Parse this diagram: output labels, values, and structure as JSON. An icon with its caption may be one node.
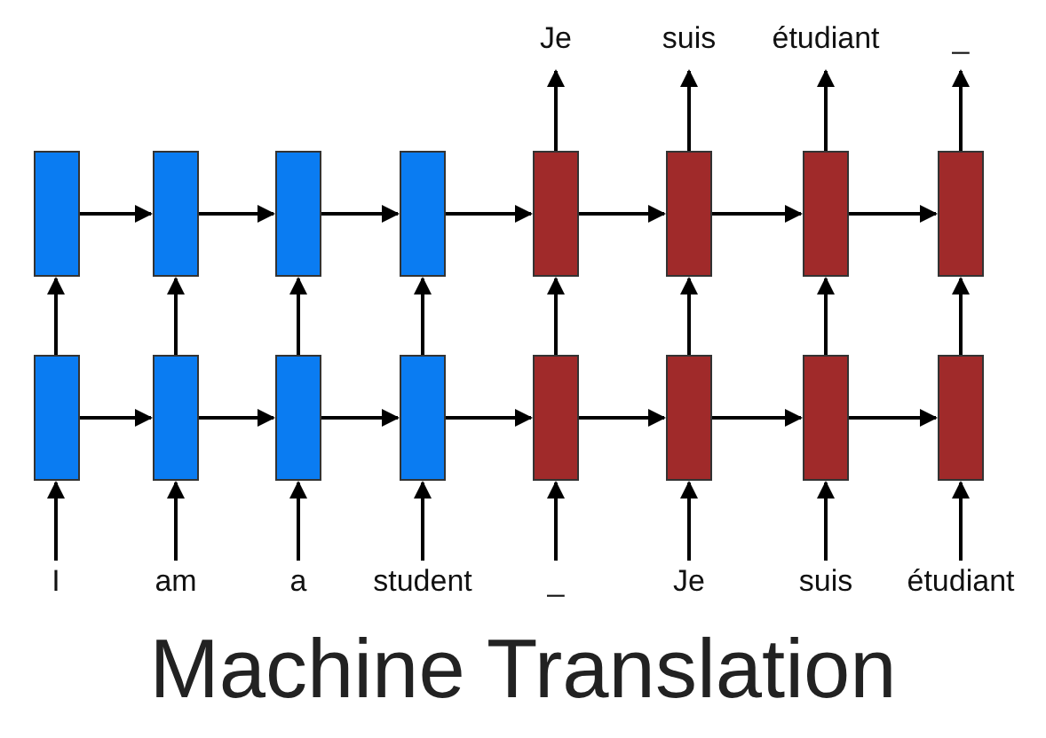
{
  "diagram": {
    "title": "Machine Translation",
    "nodes": [
      {
        "text": [
          "Je"
        ]
      },
      {
        "text": [
          "suis"
        ]
      },
      {
        "text": [
          "étudiant"
        ]
      },
      {
        "text": [
          "_"
        ]
      },
      {
        "text": [],
        "shape": "box"
      },
      {
        "text": [],
        "shape": "box"
      },
      {
        "text": [],
        "shape": "box"
      },
      {
        "text": [],
        "shape": "box"
      },
      {
        "text": [],
        "shape": "box"
      },
      {
        "text": [],
        "shape": "box"
      },
      {
        "text": [],
        "shape": "box"
      },
      {
        "text": [],
        "shape": "box"
      },
      {
        "text": [],
        "shape": "box"
      },
      {
        "text": [],
        "shape": "box"
      },
      {
        "text": [],
        "shape": "box"
      },
      {
        "text": [],
        "shape": "box"
      },
      {
        "text": [],
        "shape": "box"
      },
      {
        "text": [],
        "shape": "box"
      },
      {
        "text": [],
        "shape": "box"
      },
      {
        "text": [],
        "shape": "box"
      },
      {
        "text": [
          "I"
        ]
      },
      {
        "text": [
          "am"
        ]
      },
      {
        "text": [
          "a"
        ]
      },
      {
        "text": [
          "student"
        ]
      },
      {
        "text": [
          "_"
        ]
      },
      {
        "text": [
          "Je"
        ]
      },
      {
        "text": [
          "suis"
        ]
      },
      {
        "text": [
          "étudiant"
        ]
      }
    ],
    "edges": [
      {
        "from": 4,
        "to": 5,
        "arrow": "to"
      },
      {
        "from": 5,
        "to": 6,
        "arrow": "to"
      },
      {
        "from": 6,
        "to": 7,
        "arrow": "to"
      },
      {
        "from": 7,
        "to": 8,
        "arrow": "to"
      },
      {
        "from": 8,
        "to": 9,
        "arrow": "to"
      },
      {
        "from": 9,
        "to": 10,
        "arrow": "to"
      },
      {
        "from": 10,
        "to": 11,
        "arrow": "to"
      },
      {
        "from": 12,
        "to": 13,
        "arrow": "to"
      },
      {
        "from": 13,
        "to": 14,
        "arrow": "to"
      },
      {
        "from": 14,
        "to": 15,
        "arrow": "to"
      },
      {
        "from": 15,
        "to": 16,
        "arrow": "to"
      },
      {
        "from": 16,
        "to": 17,
        "arrow": "to"
      },
      {
        "from": 17,
        "to": 18,
        "arrow": "to"
      },
      {
        "from": 18,
        "to": 19,
        "arrow": "to"
      },
      {
        "from": 12,
        "to": 4,
        "arrow": "to"
      },
      {
        "from": 13,
        "to": 5,
        "arrow": "to"
      },
      {
        "from": 14,
        "to": 6,
        "arrow": "to"
      },
      {
        "from": 15,
        "to": 7,
        "arrow": "to"
      },
      {
        "from": 16,
        "to": 8,
        "arrow": "to"
      },
      {
        "from": 17,
        "to": 9,
        "arrow": "to"
      },
      {
        "from": 18,
        "to": 10,
        "arrow": "to"
      },
      {
        "from": 19,
        "to": 11,
        "arrow": "to"
      },
      {
        "from": 20,
        "to": 12,
        "arrow": "to"
      },
      {
        "from": 21,
        "to": 13,
        "arrow": "to"
      },
      {
        "from": 22,
        "to": 14,
        "arrow": "to"
      },
      {
        "from": 23,
        "to": 15,
        "arrow": "to"
      },
      {
        "from": 24,
        "to": 16,
        "arrow": "to"
      },
      {
        "from": 25,
        "to": 17,
        "arrow": "to"
      },
      {
        "from": 26,
        "to": 18,
        "arrow": "to"
      },
      {
        "from": 27,
        "to": 19,
        "arrow": "to"
      },
      {
        "from": 8,
        "to": 0,
        "arrow": "to"
      },
      {
        "from": 9,
        "to": 1,
        "arrow": "to"
      },
      {
        "from": 10,
        "to": 2,
        "arrow": "to"
      },
      {
        "from": 11,
        "to": 3,
        "arrow": "to"
      }
    ]
  }
}
